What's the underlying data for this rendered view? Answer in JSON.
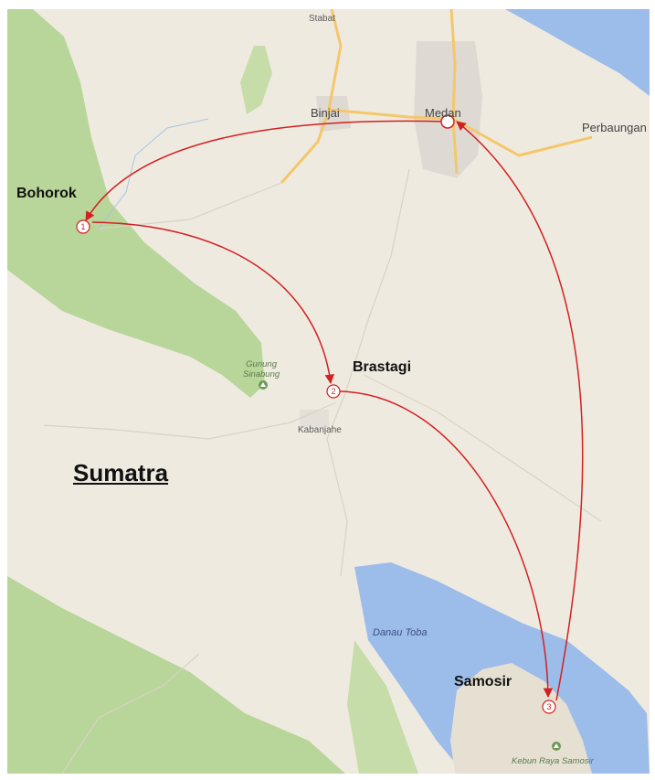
{
  "map": {
    "region_label": "Sumatra",
    "places": [
      {
        "id": "stabat",
        "label": "Stabat"
      },
      {
        "id": "binjai",
        "label": "Binjai"
      },
      {
        "id": "medan",
        "label": "Medan"
      },
      {
        "id": "perbaungan",
        "label": "Perbaungan"
      },
      {
        "id": "kabanjahe",
        "label": "Kabanjahe"
      }
    ],
    "stops": [
      {
        "number": "1",
        "label": "Bohorok"
      },
      {
        "number": "2",
        "label": "Brastagi"
      },
      {
        "number": "3",
        "label": "Samosir"
      }
    ],
    "water": {
      "label": "Danau Toba"
    },
    "pois": [
      {
        "id": "gunung-sinabung",
        "line1": "Gunung",
        "line2": "Sinabung"
      },
      {
        "id": "kebun-raya",
        "label": "Kebun Raya Samosir"
      }
    ],
    "route_color": "#d32020",
    "colors": {
      "land": "#efeae0",
      "forest": "#b8d59a",
      "water": "#9cbcea",
      "road": "#f4c76a"
    },
    "route_order": [
      "medan",
      "1",
      "2",
      "3",
      "medan"
    ]
  }
}
